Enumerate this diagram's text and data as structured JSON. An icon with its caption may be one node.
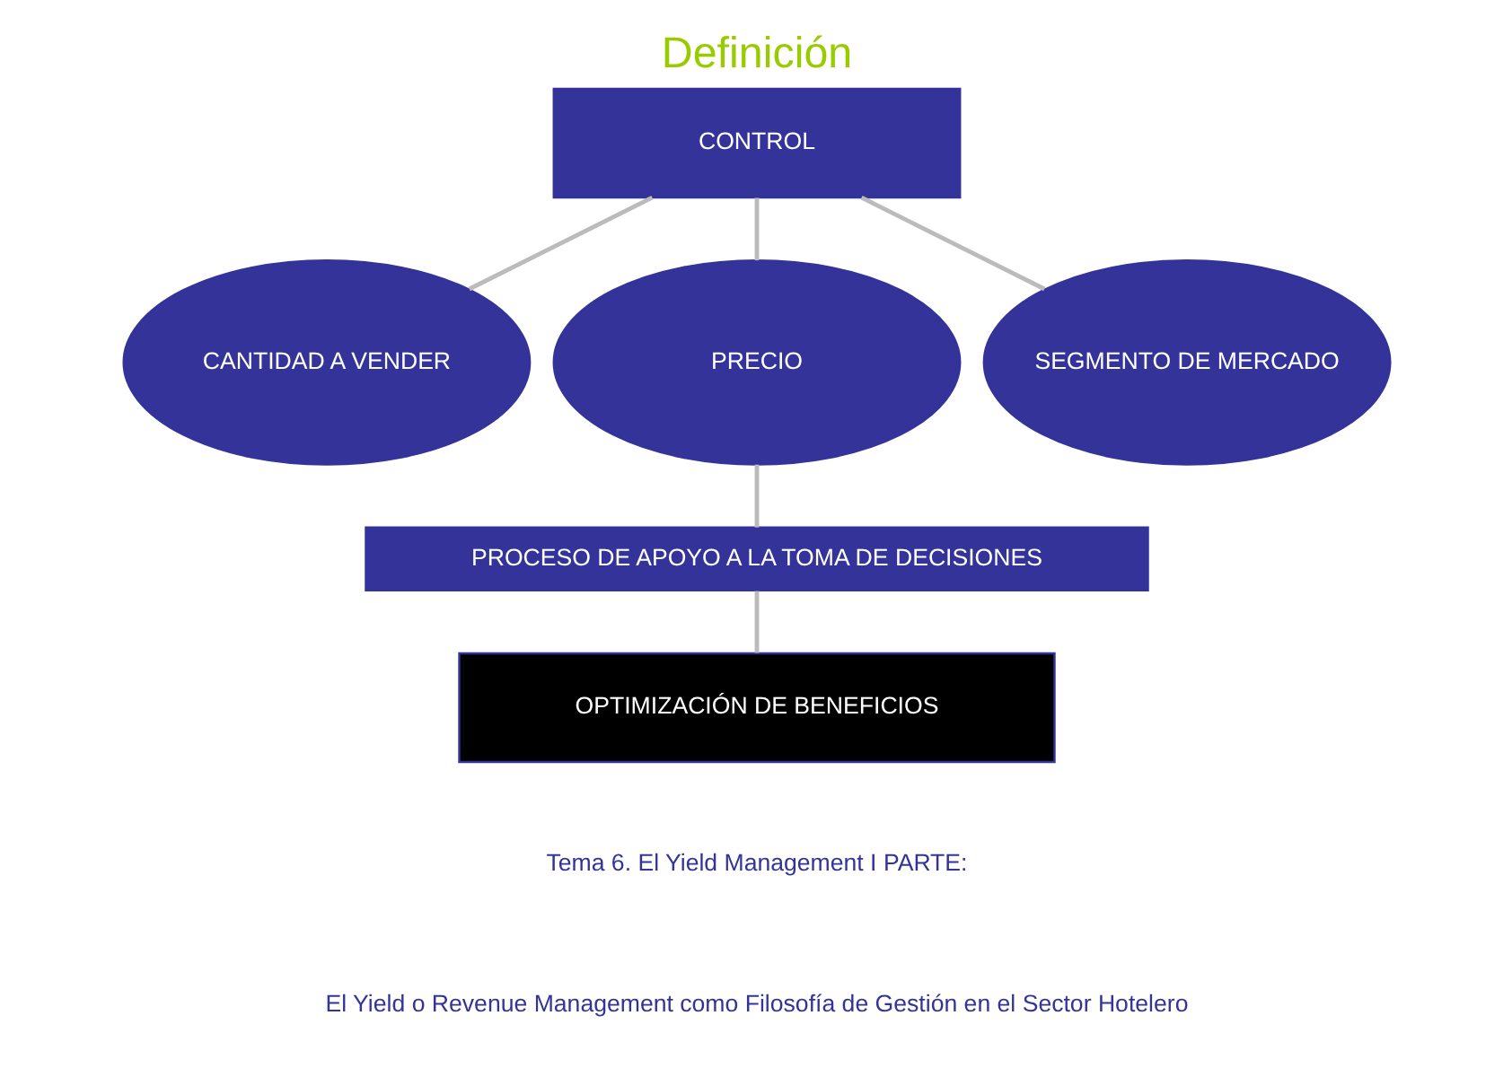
{
  "diagram": {
    "title": "Definición",
    "nodes": [
      {
        "text": [
          "CONTROL"
        ]
      },
      {
        "text": [
          "CANTIDAD A VENDER"
        ]
      },
      {
        "text": [
          "PRECIO"
        ]
      },
      {
        "text": [
          "SEGMENTO DE MERCADO"
        ]
      },
      {
        "text": [
          "PROCESO DE APOYO A LA TOMA DE DECISIONES"
        ]
      },
      {
        "text": [
          "OPTIMIZACIÓN DE BENEFICIOS"
        ]
      }
    ],
    "edges": [
      {
        "from": 0,
        "to": 1,
        "arrow": "none"
      },
      {
        "from": 0,
        "to": 2,
        "arrow": "none"
      },
      {
        "from": 0,
        "to": 3,
        "arrow": "none"
      },
      {
        "from": 2,
        "to": 4,
        "arrow": "none"
      },
      {
        "from": 4,
        "to": 5,
        "arrow": "none"
      }
    ],
    "labels": [
      "Tema 6. El Yield Management I PARTE:",
      "El Yield o Revenue Management como Filosofía de Gestión en el Sector Hotelero"
    ]
  }
}
